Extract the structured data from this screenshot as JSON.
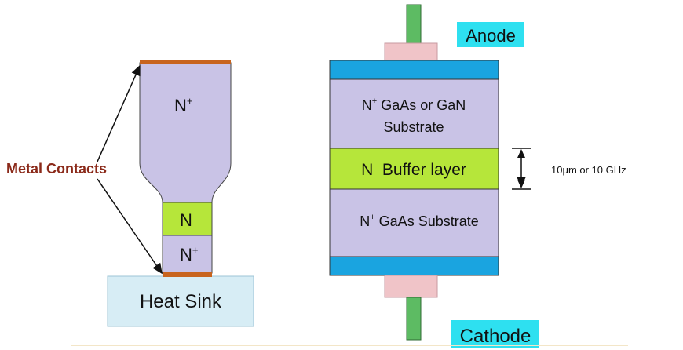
{
  "left_diagram": {
    "top_region_label": "N",
    "top_region_sup": "+",
    "middle_region_label": "N",
    "bottom_region_label": "N",
    "bottom_region_sup": "+",
    "contacts_label": "Metal Contacts",
    "heat_sink_label": "Heat Sink"
  },
  "right_diagram": {
    "anode_label": "Anode",
    "cathode_label": "Cathode",
    "upper_layer_line1_prefix": "N",
    "upper_layer_line1_sup": "+",
    "upper_layer_line1_rest": " GaAs or GaN",
    "upper_layer_line2": "Substrate",
    "buffer_layer_label": "N  Buffer layer",
    "lower_layer_prefix": "N",
    "lower_layer_sup": "+",
    "lower_layer_rest": " GaAs Substrate",
    "dimension_label": "10μm or 10 GHz"
  },
  "colors": {
    "substrate": "#c9c3e6",
    "buffer": "#b6e63a",
    "contact_plate": "#1aa4e0",
    "metal_contact": "#c8641e",
    "lead": "#5dbb63",
    "pad": "#f0c4c8",
    "heat_sink": "#d7edf5",
    "label_highlight": "#2ee0f0",
    "contacts_text": "#8b2a1a"
  }
}
